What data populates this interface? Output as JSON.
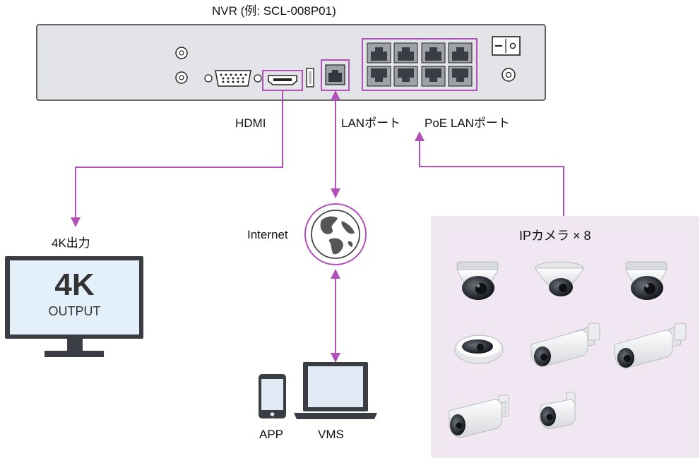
{
  "nvr": {
    "title": "NVR (例: SCL-008P01)"
  },
  "ports": {
    "hdmi": "HDMI",
    "lan": "LANポート",
    "poe": "PoE LANポート"
  },
  "monitor": {
    "caption": "4K出力",
    "screen_big": "4K",
    "screen_small": "OUTPUT"
  },
  "internet": {
    "label": "Internet"
  },
  "clients": {
    "app": "APP",
    "vms": "VMS"
  },
  "cameras": {
    "title": "IPカメラ × 8"
  },
  "colors": {
    "line": "#b150b8",
    "panel": "#f1e7f3",
    "nvr_body": "#e2e4e8",
    "monitor_screen": "#e3eff9"
  }
}
